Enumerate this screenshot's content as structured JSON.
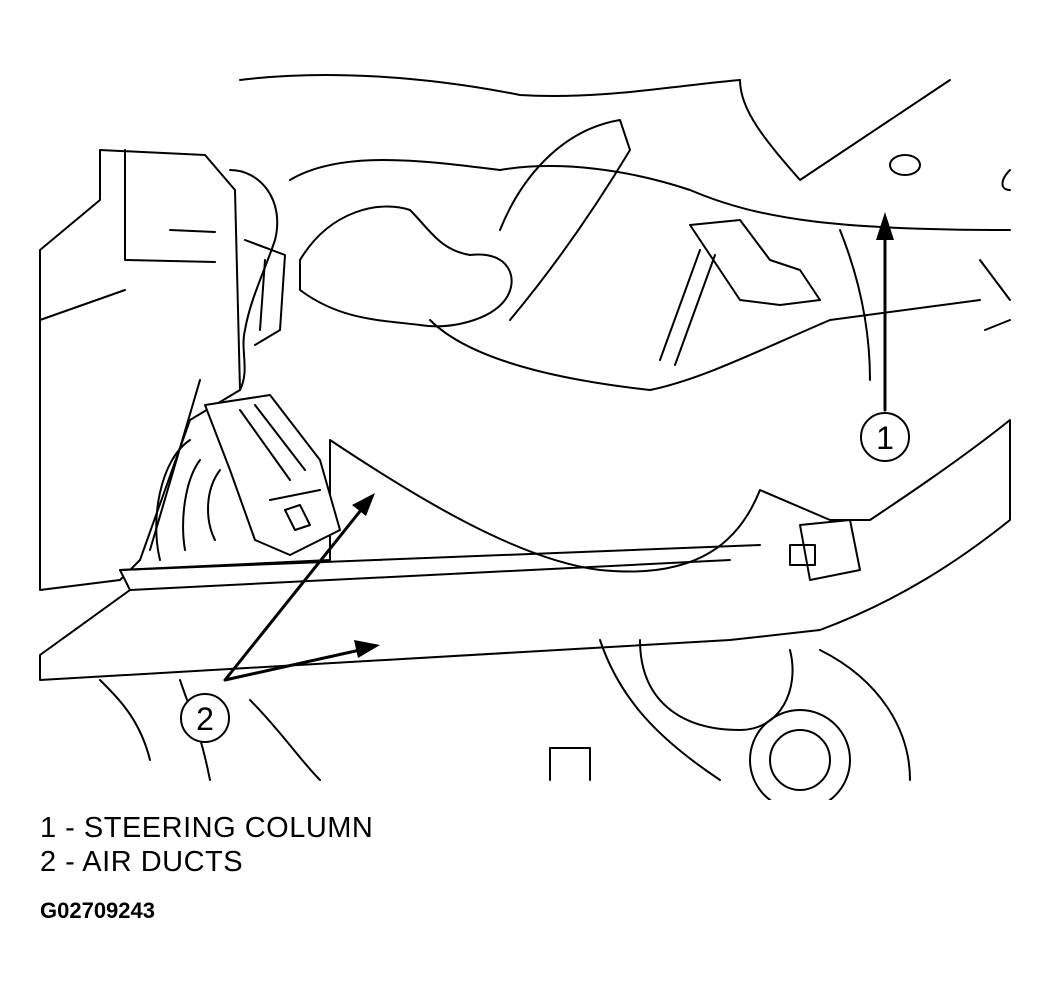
{
  "callouts": [
    {
      "number": "1",
      "label": "STEERING COLUMN"
    },
    {
      "number": "2",
      "label": "AIR DUCTS"
    }
  ],
  "legend": [
    "1 - STEERING COLUMN",
    "2 - AIR DUCTS"
  ],
  "figure_id": "G02709243"
}
